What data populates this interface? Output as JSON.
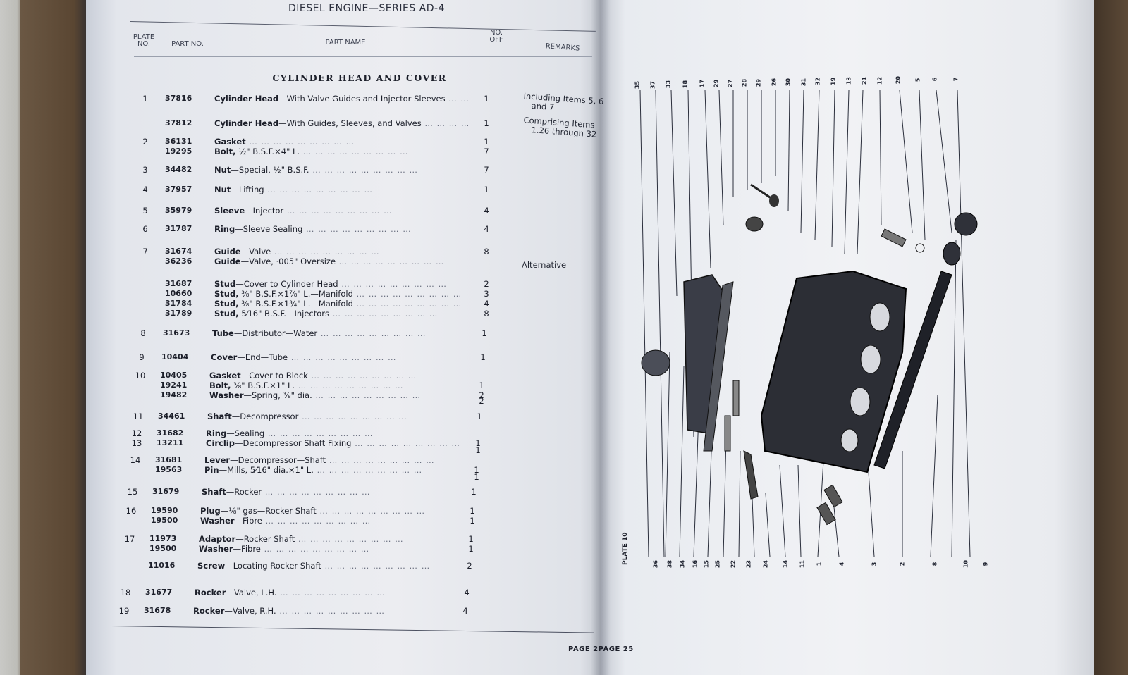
{
  "header": {
    "title": "DIESEL ENGINE—SERIES AD-4"
  },
  "columns": {
    "plate_no": "PLATE NO.",
    "part_no": "PART NO.",
    "part_name": "PART NAME",
    "no_off": "NO. OFF",
    "remarks": "REMARKS"
  },
  "section_title": "CYLINDER HEAD AND COVER",
  "rows": [
    {
      "plate": "1",
      "part": "37816",
      "name": "Cylinder Head",
      "desc": "—With Valve Guides and Injector Sleeves",
      "qty": "1"
    },
    {
      "plate": "",
      "part": "37812",
      "name": "Cylinder Head",
      "desc": "—With Guides, Sleeves, and Valves",
      "qty": "1"
    },
    {
      "plate": "2",
      "part": "36131",
      "name": "Gasket",
      "desc": "",
      "qty": "1"
    },
    {
      "plate": "",
      "part": "19295",
      "name": "Bolt,",
      "desc": " ½\" B.S.F.×4\" L.",
      "qty": "7"
    },
    {
      "plate": "3",
      "part": "34482",
      "name": "Nut",
      "desc": "—Special, ½\" B.S.F.",
      "qty": "7"
    },
    {
      "plate": "4",
      "part": "37957",
      "name": "Nut",
      "desc": "—Lifting",
      "qty": "1"
    },
    {
      "plate": "5",
      "part": "35979",
      "name": "Sleeve",
      "desc": "—Injector",
      "qty": "4"
    },
    {
      "plate": "6",
      "part": "31787",
      "name": "Ring",
      "desc": "—Sleeve Sealing",
      "qty": "4"
    },
    {
      "plate": "7",
      "part": "31674",
      "name": "Guide",
      "desc": "—Valve",
      "qty": "8"
    },
    {
      "plate": "",
      "part": "36236",
      "name": "Guide",
      "desc": "—Valve, ·005\" Oversize",
      "qty": ""
    },
    {
      "plate": "",
      "part": "31687",
      "name": "Stud",
      "desc": "—Cover to Cylinder Head",
      "qty": "2"
    },
    {
      "plate": "",
      "part": "10660",
      "name": "Stud,",
      "desc": " ⅜\" B.S.F.×1⅞\" L.—Manifold",
      "qty": "3"
    },
    {
      "plate": "",
      "part": "31784",
      "name": "Stud,",
      "desc": " ⅜\" B.S.F.×1¾\" L.—Manifold",
      "qty": "4"
    },
    {
      "plate": "",
      "part": "31789",
      "name": "Stud,",
      "desc": " 5⁄16\" B.S.F.—Injectors",
      "qty": "8"
    },
    {
      "plate": "8",
      "part": "31673",
      "name": "Tube",
      "desc": "—Distributor—Water",
      "qty": "1"
    },
    {
      "plate": "9",
      "part": "10404",
      "name": "Cover",
      "desc": "—End—Tube",
      "qty": "1"
    },
    {
      "plate": "10",
      "part": "10405",
      "name": "Gasket",
      "desc": "—Cover to Block",
      "qty": ""
    },
    {
      "plate": "",
      "part": "19241",
      "name": "Bolt,",
      "desc": " ⅜\" B.S.F.×1\" L.",
      "qty": "1"
    },
    {
      "plate": "",
      "part": "19482",
      "name": "Washer",
      "desc": "—Spring, ⅜\" dia.",
      "qty": "2"
    },
    {
      "plate": "",
      "part": "",
      "name": "",
      "desc": "",
      "qty": "2"
    },
    {
      "plate": "11",
      "part": "34461",
      "name": "Shaft",
      "desc": "—Decompressor",
      "qty": "1"
    },
    {
      "plate": "12",
      "part": "31682",
      "name": "Ring",
      "desc": "—Sealing",
      "qty": ""
    },
    {
      "plate": "13",
      "part": "13211",
      "name": "Circlip",
      "desc": "—Decompressor Shaft Fixing",
      "qty": "1"
    },
    {
      "plate": "",
      "part": "",
      "name": "",
      "desc": "",
      "qty": "1"
    },
    {
      "plate": "14",
      "part": "31681",
      "name": "Lever",
      "desc": "—Decompressor—Shaft",
      "qty": ""
    },
    {
      "plate": "",
      "part": "19563",
      "name": "Pin",
      "desc": "—Mills, 5⁄16\" dia.×1\" L.",
      "qty": "1"
    },
    {
      "plate": "",
      "part": "",
      "name": "",
      "desc": "",
      "qty": "1"
    },
    {
      "plate": "15",
      "part": "31679",
      "name": "Shaft",
      "desc": "—Rocker",
      "qty": "1"
    },
    {
      "plate": "16",
      "part": "19590",
      "name": "Plug",
      "desc": "—⅛\" gas—Rocker Shaft",
      "qty": "1"
    },
    {
      "plate": "",
      "part": "19500",
      "name": "Washer",
      "desc": "—Fibre",
      "qty": "1"
    },
    {
      "plate": "17",
      "part": "11973",
      "name": "Adaptor",
      "desc": "—Rocker Shaft",
      "qty": "1"
    },
    {
      "plate": "",
      "part": "19500",
      "name": "Washer",
      "desc": "—Fibre",
      "qty": "1"
    },
    {
      "plate": "",
      "part": "11016",
      "name": "Screw",
      "desc": "—Locating Rocker Shaft",
      "qty": "2"
    },
    {
      "plate": "18",
      "part": "31677",
      "name": "Rocker",
      "desc": "—Valve, L.H.",
      "qty": "4"
    },
    {
      "plate": "19",
      "part": "31678",
      "name": "Rocker",
      "desc": "—Valve, R.H.",
      "qty": "4"
    }
  ],
  "remarks": {
    "r1a": "Including Items 5, 6",
    "r1b": "and 7",
    "r2a": "Comprising Items",
    "r2b": "1.26 through 32",
    "r3": "Alternative"
  },
  "footer": {
    "page": "PAGE 2PAGE 25"
  },
  "plate": {
    "label": "PLATE 10"
  },
  "callouts_top": [
    "35",
    "37",
    "33",
    "18",
    "17",
    "29",
    "27",
    "28",
    "29",
    "26",
    "30",
    "31",
    "32",
    "19",
    "13",
    "21",
    "12",
    "20",
    "5",
    "6",
    "7"
  ],
  "callouts_bottom": [
    "36",
    "38",
    "34",
    "16",
    "15",
    "25",
    "22",
    "23",
    "24",
    "14",
    "11",
    "1",
    "4",
    "3",
    "2",
    "8",
    "10",
    "9"
  ]
}
